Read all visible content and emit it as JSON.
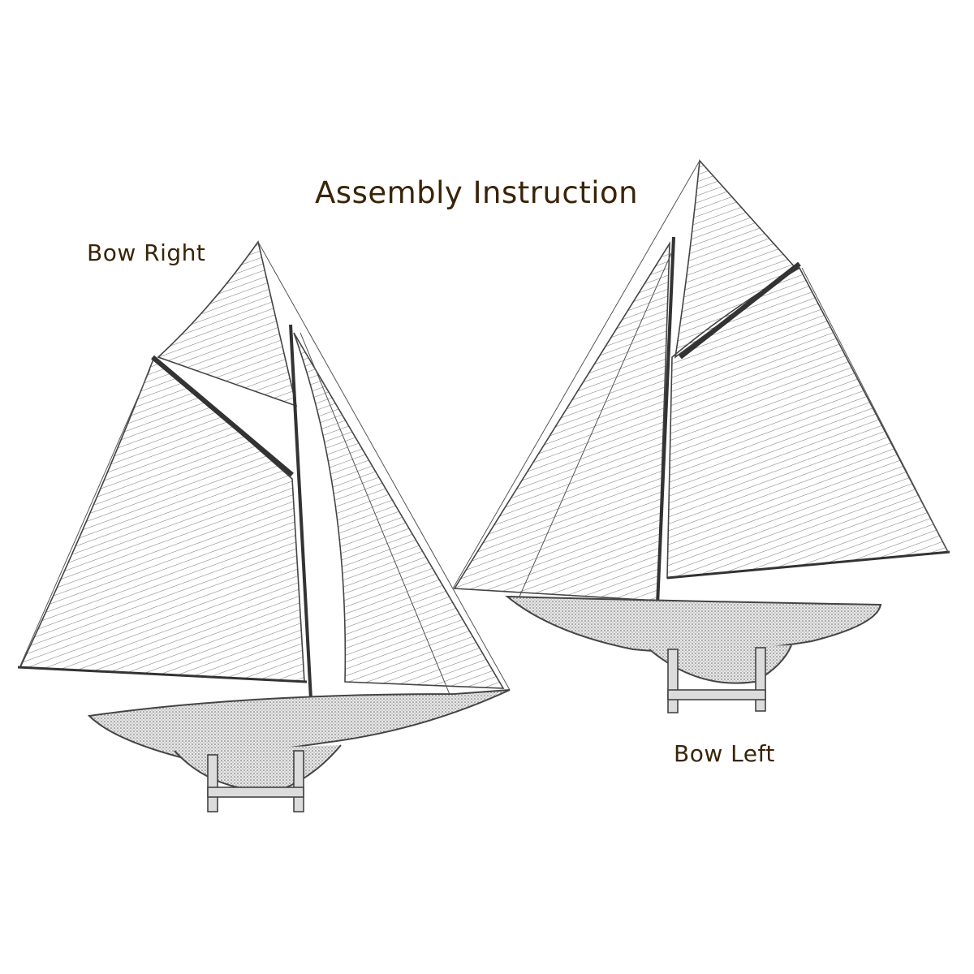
{
  "title": "Assembly Instruction",
  "labels": {
    "bow_right": "Bow Right",
    "bow_left": "Bow Left"
  },
  "colors": {
    "text": "#3a2408",
    "line": "#4a4a4a",
    "hull": "#8a8a8a"
  }
}
